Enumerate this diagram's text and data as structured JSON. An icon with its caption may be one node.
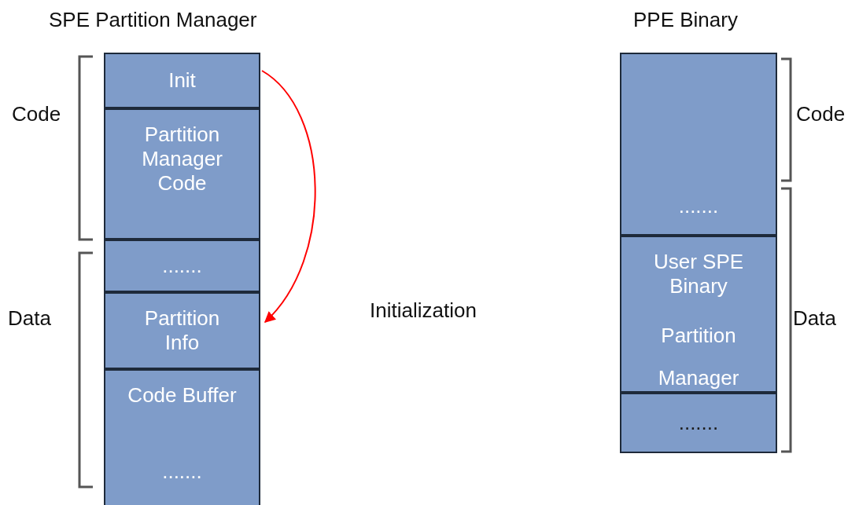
{
  "diagram": {
    "nodes": [
      {
        "text": [
          "Init"
        ]
      },
      {
        "text": [
          "Partition Manager Code"
        ]
      },
      {
        "text": [
          "......."
        ]
      },
      {
        "text": [
          "Partition Info"
        ]
      },
      {
        "text": [
          "Code Buffer",
          "......."
        ]
      },
      {
        "text": [
          "......."
        ]
      },
      {
        "text": [
          "User SPE Binary",
          "Partition Manager"
        ]
      },
      {
        "text": [
          "......."
        ]
      }
    ],
    "edges": [
      {
        "from": 0,
        "to": 3,
        "arrow": "to",
        "color": "#ff0000"
      }
    ],
    "labels": [
      "SPE Partition Manager",
      "PPE Binary",
      "Code",
      "Code",
      "Data",
      "Initialization",
      "Data"
    ]
  }
}
